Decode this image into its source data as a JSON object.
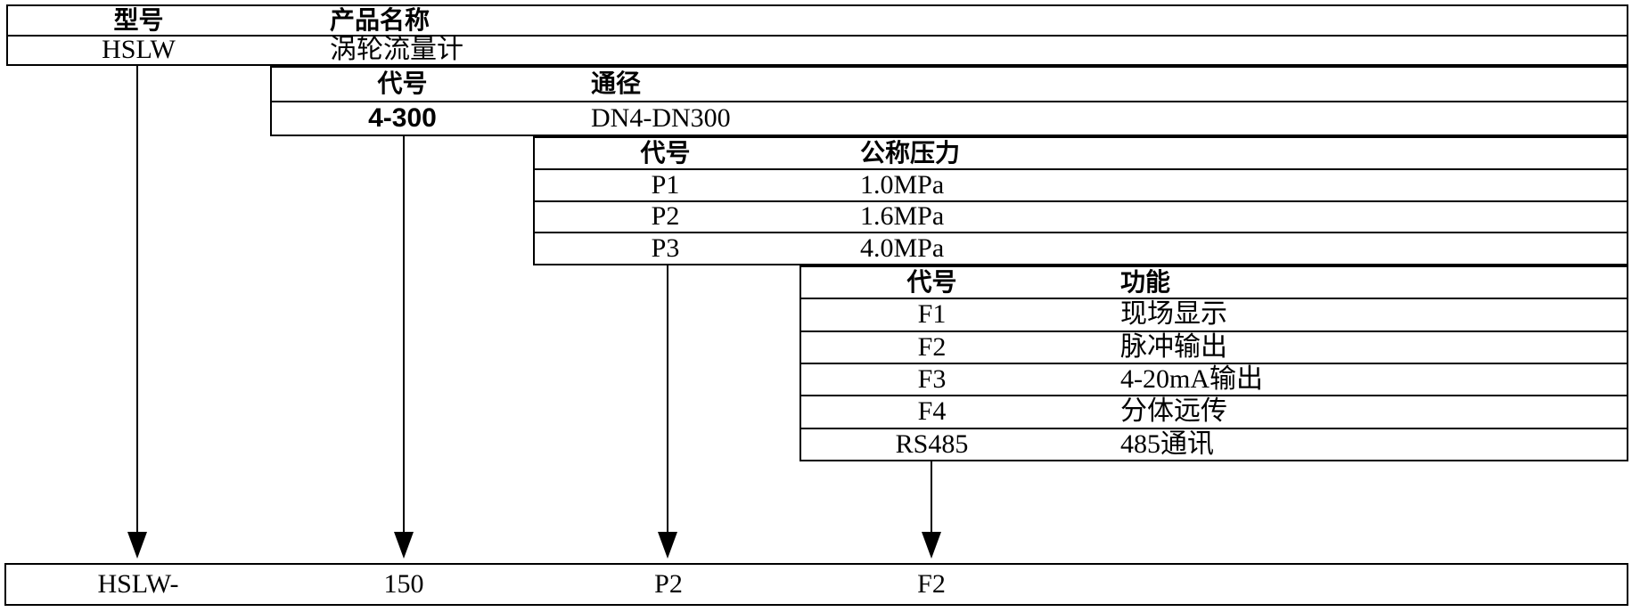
{
  "diagram": {
    "title_meaning": "product model selection diagram",
    "colors": {
      "line": "#000000",
      "background": "#ffffff",
      "text": "#000000"
    },
    "tables": [
      {
        "id": "model",
        "headers": [
          "型号",
          "产品名称"
        ],
        "rows": [
          [
            "HSLW",
            "涡轮流量计"
          ]
        ]
      },
      {
        "id": "diameter",
        "headers": [
          "代号",
          "通径"
        ],
        "rows": [
          [
            "4-300",
            "DN4-DN300"
          ]
        ]
      },
      {
        "id": "pressure",
        "headers": [
          "代号",
          "公称压力"
        ],
        "rows": [
          [
            "P1",
            "1.0MPa"
          ],
          [
            "P2",
            "1.6MPa"
          ],
          [
            "P3",
            "4.0MPa"
          ]
        ]
      },
      {
        "id": "function",
        "headers": [
          "代号",
          "功能"
        ],
        "rows": [
          [
            "F1",
            "现场显示"
          ],
          [
            "F2",
            "脉冲输出"
          ],
          [
            "F3",
            "4-20mA输出"
          ],
          [
            "F4",
            "分体远传"
          ],
          [
            "RS485",
            "485通讯"
          ]
        ]
      }
    ],
    "example": {
      "segments": [
        "HSLW-",
        "150",
        "P2",
        "F2"
      ]
    }
  }
}
